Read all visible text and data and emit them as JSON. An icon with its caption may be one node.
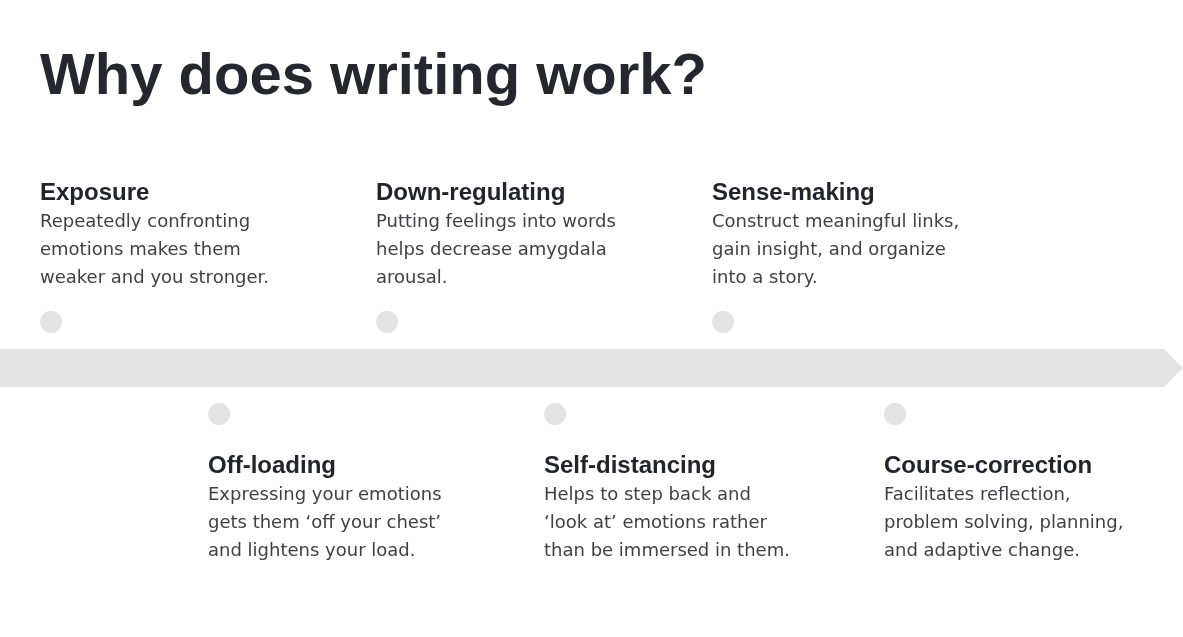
{
  "diagram": {
    "title": "Why does writing work?",
    "nodes": [
      {
        "text": [
          "Exposure",
          "Repeatedly confronting emotions makes them weaker and you stronger."
        ]
      },
      {
        "text": [
          "Off-loading",
          "Expressing your emotions gets them ‘off your chest’ and lightens your load."
        ]
      },
      {
        "text": [
          "Down-regulating",
          "Putting feelings into words helps decrease amygdala arousal."
        ]
      },
      {
        "text": [
          "Self-distancing",
          "Helps to step back and ‘look at’ emotions rather than be immersed in them."
        ]
      },
      {
        "text": [
          "Sense-making",
          "Construct meaningful links, gain insight, and organize into a story."
        ]
      },
      {
        "text": [
          "Course-correction",
          "Facilitates reflection, problem solving, planning, and adaptive change."
        ]
      }
    ],
    "edges": []
  }
}
